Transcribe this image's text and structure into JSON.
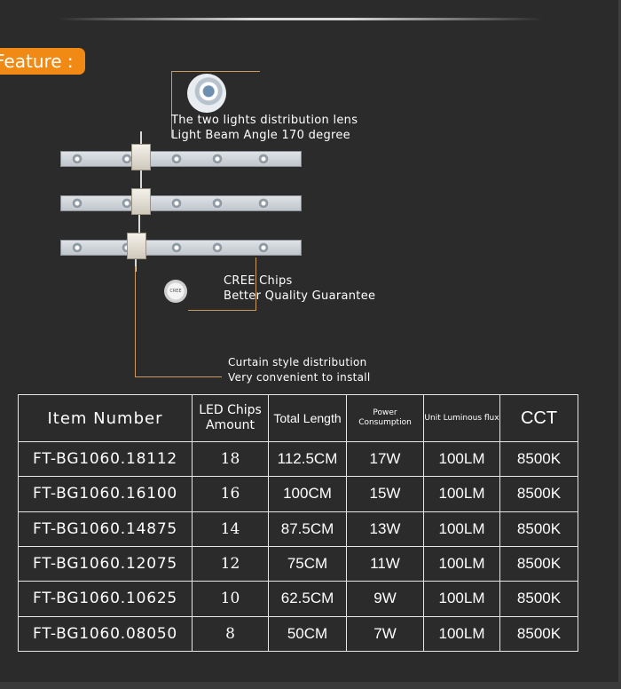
{
  "feature_label": "Feature :",
  "callouts": {
    "lens": [
      "The two lights distribution lens",
      "Light Beam Angle 170 degree"
    ],
    "chips": [
      "CREE Chips",
      "Better Quality Guarantee"
    ],
    "curtain": [
      "Curtain style distribution",
      "Very convenient to install"
    ]
  },
  "table": {
    "headers": {
      "item": "Item  Number",
      "led_line1": "LED Chips",
      "led_line2": "Amount",
      "length": "Total Length",
      "power_line1": "Power",
      "power_line2": "Consumption",
      "flux": "Unit Luminous flux",
      "cct": "CCT"
    },
    "rows": [
      {
        "item": "FT-BG1060.18112",
        "chips": "18",
        "length": "112.5CM",
        "power": "17W",
        "flux": "100LM",
        "cct": "8500K"
      },
      {
        "item": "FT-BG1060.16100",
        "chips": "16",
        "length": "100CM",
        "power": "15W",
        "flux": "100LM",
        "cct": "8500K"
      },
      {
        "item": "FT-BG1060.14875",
        "chips": "14",
        "length": "87.5CM",
        "power": "13W",
        "flux": "100LM",
        "cct": "8500K"
      },
      {
        "item": "FT-BG1060.12075",
        "chips": "12",
        "length": "75CM",
        "power": "11W",
        "flux": "100LM",
        "cct": "8500K"
      },
      {
        "item": "FT-BG1060.10625",
        "chips": "10",
        "length": "62.5CM",
        "power": "9W",
        "flux": "100LM",
        "cct": "8500K"
      },
      {
        "item": "FT-BG1060.08050",
        "chips": "8",
        "length": "50CM",
        "power": "7W",
        "flux": "100LM",
        "cct": "8500K"
      }
    ]
  },
  "colors": {
    "background": "#2b2b2b",
    "accent_orange": "#f08a14",
    "callout_line": "#c79a62",
    "table_border": "#e6e6e6"
  }
}
